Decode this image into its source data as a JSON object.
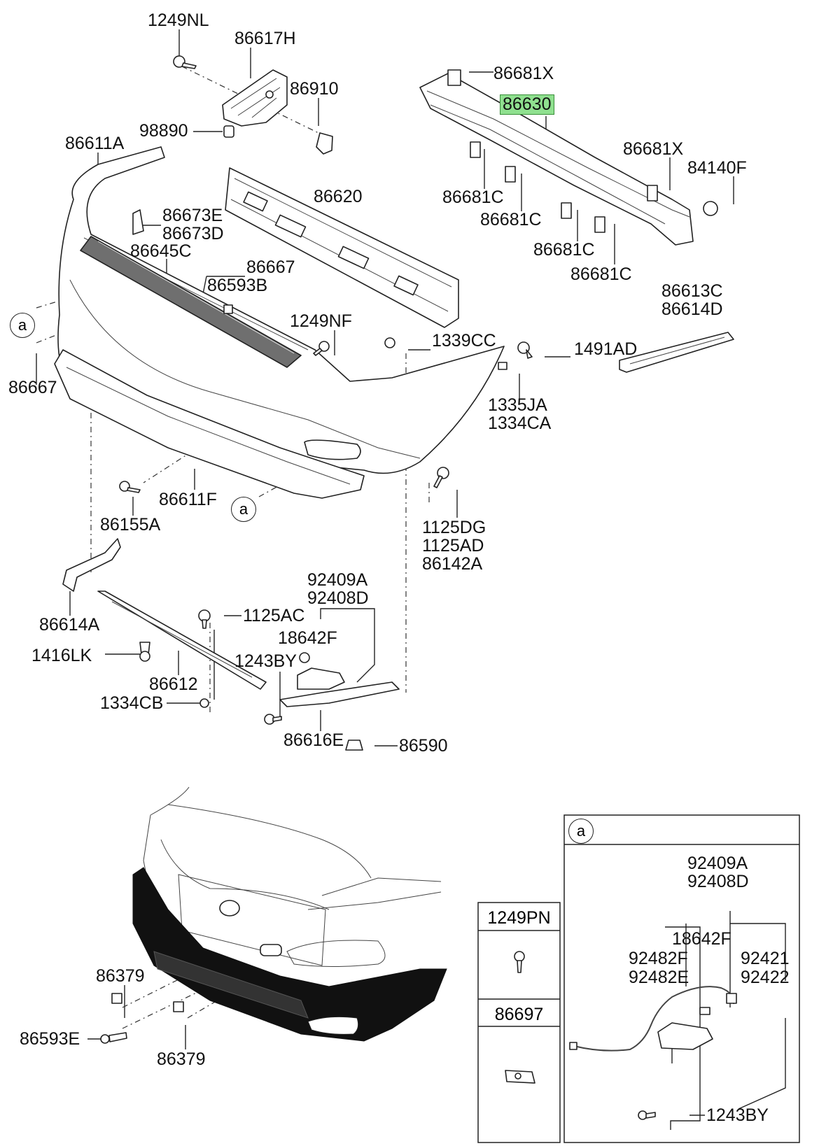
{
  "callouts": {
    "c1249NL": "1249NL",
    "c86617H": "86617H",
    "c86910": "86910",
    "c98890": "98890",
    "c86611A": "86611A",
    "c86620": "86620",
    "c86673E": "86673E",
    "c86673D": "86673D",
    "c86645C": "86645C",
    "c86667_top": "86667",
    "c86593B": "86593B",
    "c1249NF": "1249NF",
    "c86667_left": "86667",
    "c1339CC": "1339CC",
    "c1491AD": "1491AD",
    "c86681X_top": "86681X",
    "c86630": "86630",
    "c86681X_right": "86681X",
    "c84140F": "84140F",
    "c86681C_1": "86681C",
    "c86681C_2": "86681C",
    "c86681C_3": "86681C",
    "c86681C_4": "86681C",
    "c86613C": "86613C",
    "c86614D": "86614D",
    "c1335JA": "1335JA",
    "c1334CA": "1334CA",
    "c86611F": "86611F",
    "c86155A": "86155A",
    "c1125DG": "1125DG",
    "c1125AD": "1125AD",
    "c86142A": "86142A",
    "c92409A": "92409A",
    "c92408D": "92408D",
    "c1125AC": "1125AC",
    "c18642F": "18642F",
    "c86614A": "86614A",
    "c1416LK": "1416LK",
    "c1243BY": "1243BY",
    "c86612": "86612",
    "c1334CB": "1334CB",
    "c86616E": "86616E",
    "c86590": "86590",
    "c86379_top": "86379",
    "c86593E": "86593E",
    "c86379_bottom": "86379"
  },
  "ref_marker": "a",
  "small_boxes": [
    {
      "label": "1249PN",
      "icon": "screw-icon"
    },
    {
      "label": "86697",
      "icon": "bracket-icon"
    }
  ],
  "detail_a": {
    "marker": "a",
    "c92409A": "92409A",
    "c92408D": "92408D",
    "c18642F": "18642F",
    "c92482F": "92482F",
    "c92482E": "92482E",
    "c92421": "92421",
    "c92422": "92422",
    "c1243BY": "1243BY"
  },
  "colors": {
    "highlight": "#8fe08f",
    "line": "#222222",
    "bumper_dark": "#111111"
  }
}
